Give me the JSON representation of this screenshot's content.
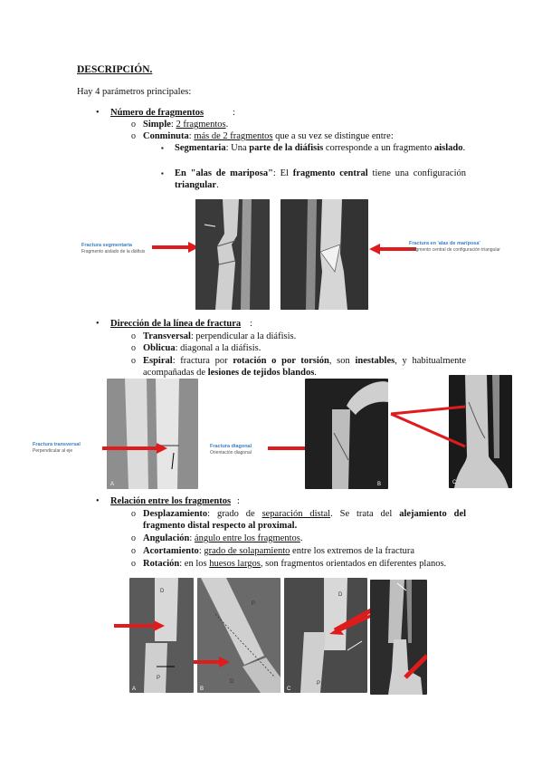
{
  "title": "DESCRIPCIÓN.",
  "intro": "Hay 4 parámetros principales:",
  "sec1": {
    "heading": "Número de fragmentos",
    "simple_label": "Simple",
    "simple_text": "2 fragmentos",
    "conminuta_label": "Conminuta",
    "conminuta_link": "más de 2 fragmentos",
    "conminuta_rest": " que a su vez se distingue entre:",
    "seg_label": "Segmentaria",
    "seg_t1": ": Una ",
    "seg_b1": "parte de la diáfisis",
    "seg_t2": " corresponde a un fragmento ",
    "seg_b2": "aislado",
    "mar_label": "En \"alas de mariposa\"",
    "mar_t1": ": El ",
    "mar_b1": "fragmento central",
    "mar_t2": " tiene una configuración ",
    "mar_b2": "triangular",
    "cap_left_1": "Fractura segmentaria",
    "cap_left_2": "Fragmento aislado de la diáfisis",
    "cap_right_1": "Fractura en 'alas de mariposa'",
    "cap_right_2": "Fragmento central de configuración triangular"
  },
  "sec2": {
    "heading": "Dirección de la línea de fractura",
    "trans_label": "Transversal",
    "trans_text": ": perpendicular a la diáfisis.",
    "obl_label": "Oblicua",
    "obl_text": ": diagonal a la diáfisis.",
    "esp_label": "Espiral",
    "esp_t1": ": fractura por ",
    "esp_b1": "rotación o por torsión",
    "esp_t2": ", son ",
    "esp_b2": "inestables",
    "esp_t3": ", y habitualmente acompañadas de ",
    "esp_b3": "lesiones de tejidos blandos",
    "cap_trans_1": "Fractura transversal",
    "cap_trans_2": "Perpendicular al eje",
    "cap_diag_1": "Fractura diagonal",
    "cap_diag_2": "Orientación diagonal"
  },
  "sec3": {
    "heading": "Relación entre los fragmentos",
    "desp_label": "Desplazamiento",
    "desp_t1": ": grado de ",
    "desp_link": "separación distal",
    "desp_t2": ". Se trata del ",
    "desp_b1": "alejamiento del fragmento distal respecto al proximal.",
    "ang_label": "Angulación",
    "ang_link": "ángulo entre los fragmentos",
    "acort_label": "Acortamiento",
    "acort_link": "grado de solapamiento",
    "acort_rest": " entre los extremos de la fractura",
    "rot_label": "Rotación",
    "rot_t1": ": en los ",
    "rot_link": "huesos largos",
    "rot_rest": ", son fragmentos orientados en diferentes planos."
  },
  "xray_letters": {
    "a": "A",
    "b": "B",
    "c": "C",
    "d": "D",
    "p": "P"
  },
  "colors": {
    "arrow": "#e01b1b",
    "caption_blue": "#3b7fc4"
  }
}
